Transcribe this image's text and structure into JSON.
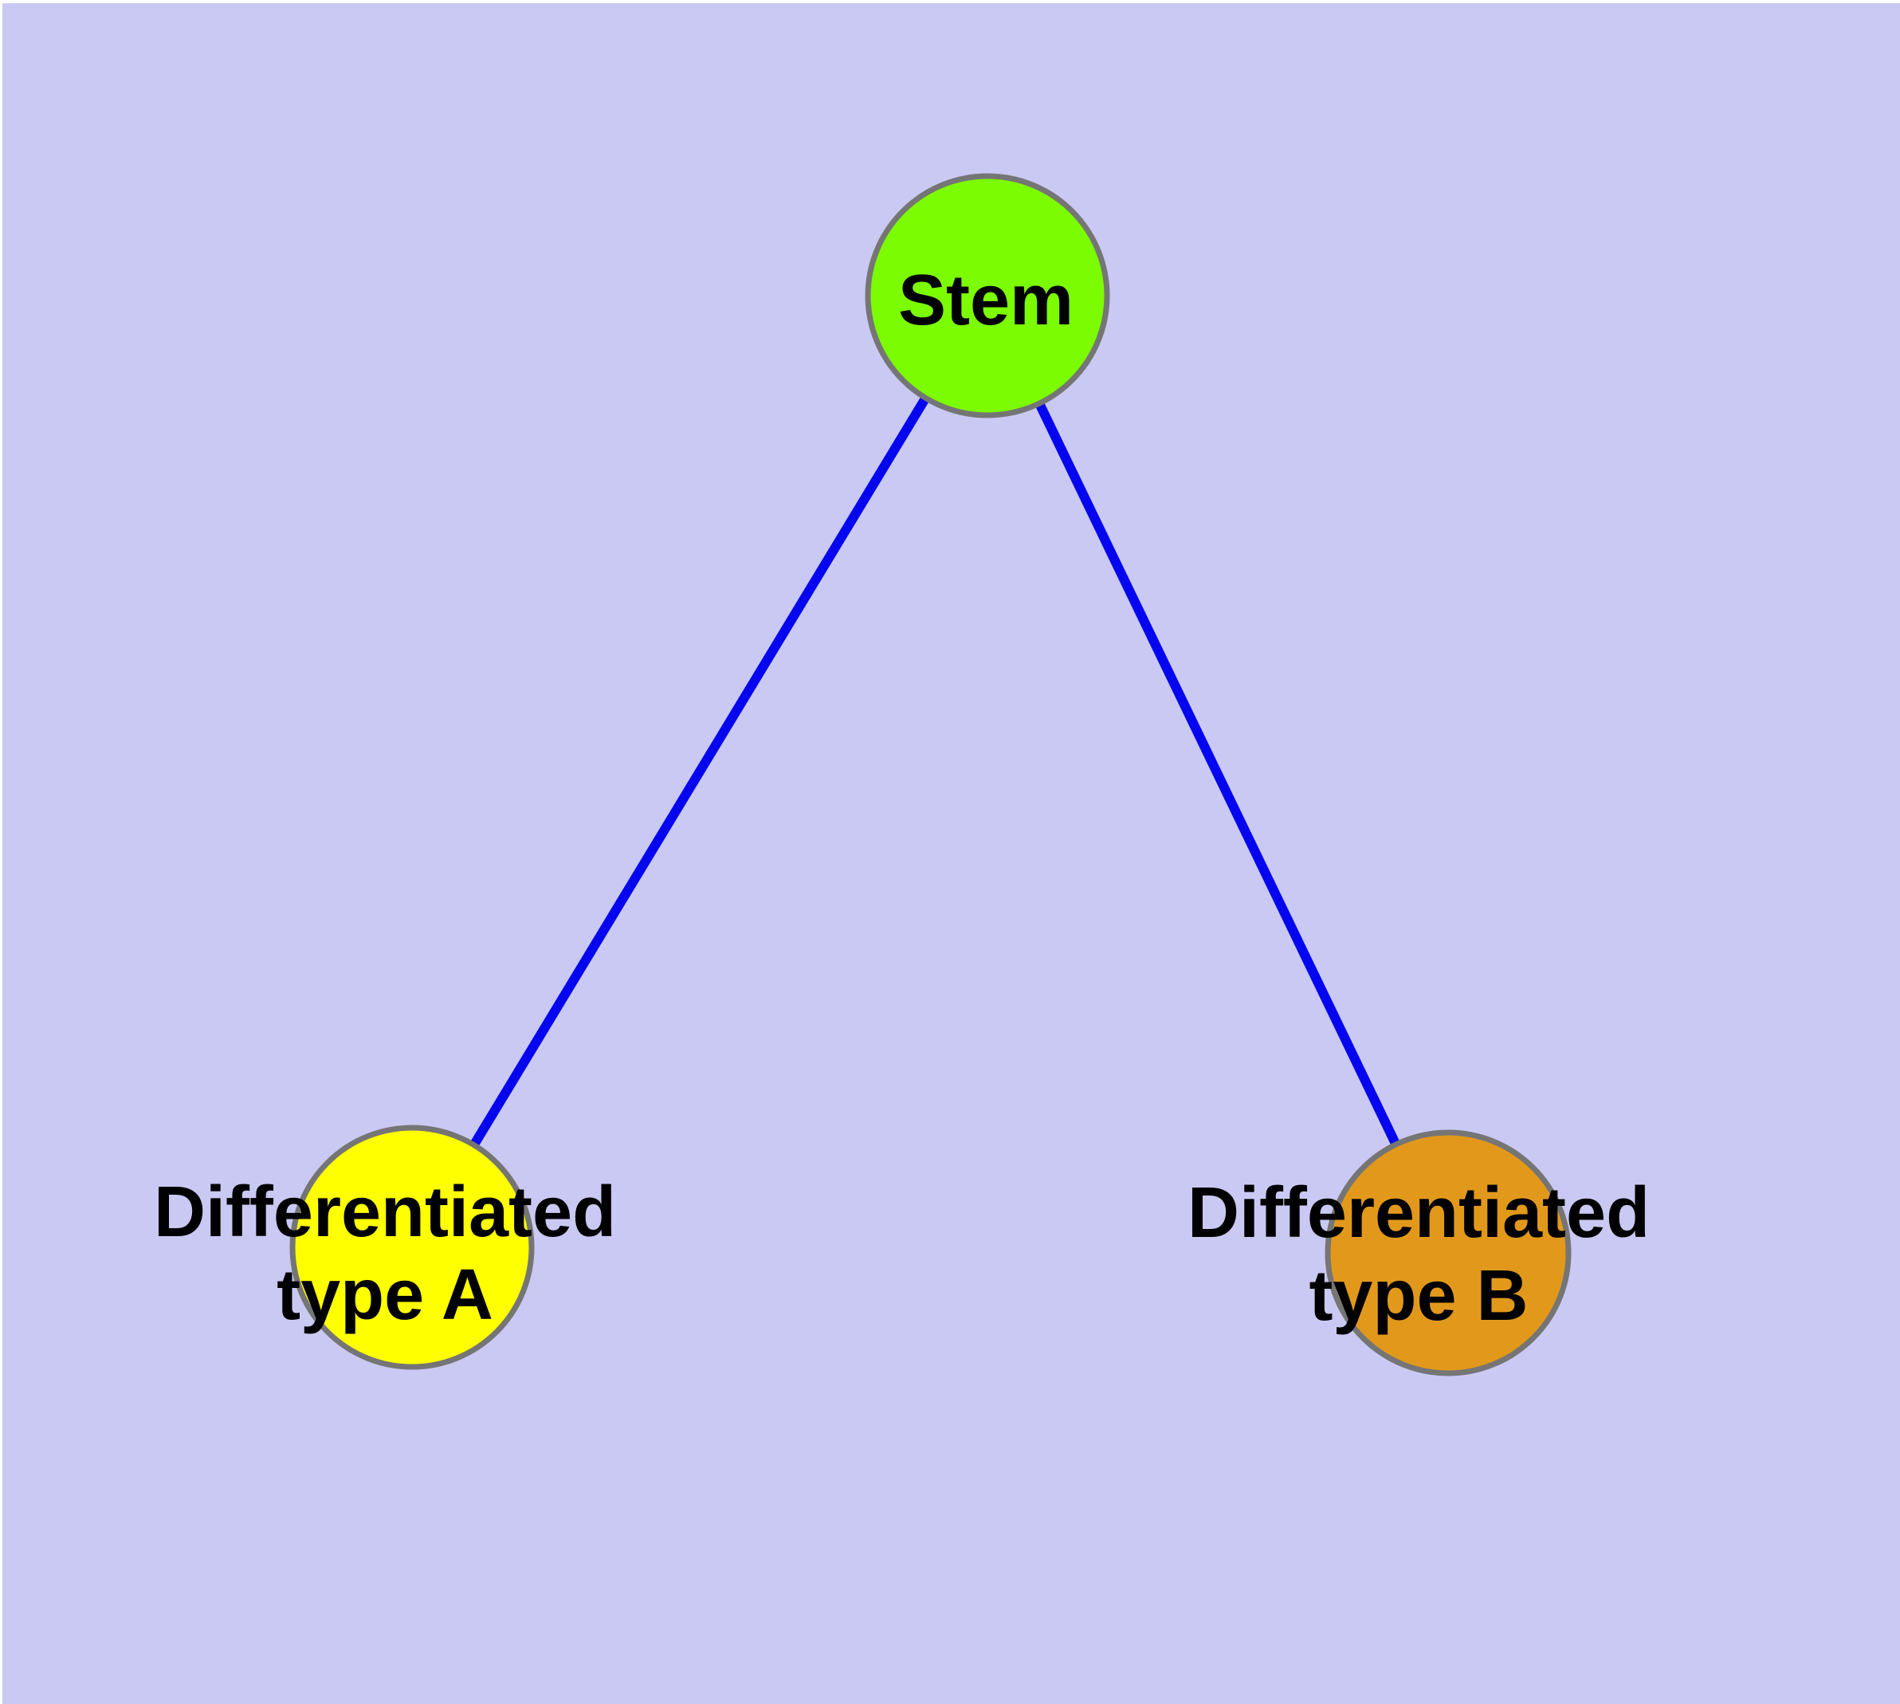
{
  "diagram": {
    "background_color": "#C9C9F3",
    "edge_color": "#0505F0",
    "node_border_color": "#757575",
    "label_color": "#000000",
    "nodes": [
      {
        "id": "stem",
        "label": "Stem",
        "fill": "#7CFC00"
      },
      {
        "id": "differentiated-type-a",
        "label_line1": "Differentiated",
        "label_line2": "type A",
        "fill": "#FFFF00"
      },
      {
        "id": "differentiated-type-b",
        "label_line1": "Differentiated",
        "label_line2": "type B",
        "fill": "#E2991B"
      }
    ],
    "edges": [
      {
        "from": "stem",
        "to": "differentiated-type-a"
      },
      {
        "from": "stem",
        "to": "differentiated-type-b"
      }
    ]
  }
}
